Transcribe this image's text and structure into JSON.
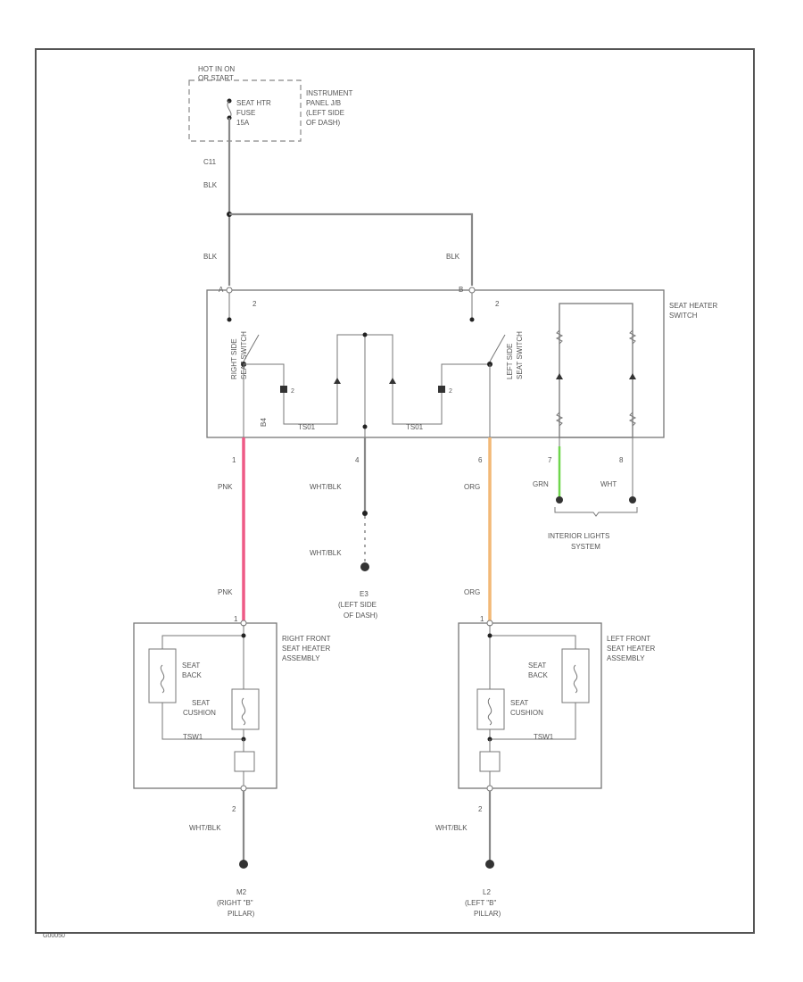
{
  "colors": {
    "border": "#555555",
    "wire_black": "#888888",
    "wire_pink": "#ee5a86",
    "wire_orange": "#f2b877",
    "wire_green": "#6fd64d"
  },
  "power": {
    "hot_label_1": "HOT IN ON",
    "hot_label_2": "OR START",
    "fuse_1": "SEAT HTR",
    "fuse_2": "FUSE",
    "fuse_3": "15A",
    "panel_1": "INSTRUMENT",
    "panel_2": "PANEL J/B",
    "panel_3": "(LEFT SIDE",
    "panel_4": "OF DASH)",
    "conn": "C11",
    "wire_top": "BLK",
    "wire_left": "BLK",
    "wire_right": "BLK"
  },
  "switch": {
    "title_1": "SEAT HEATER",
    "title_2": "SWITCH",
    "right_side_1": "RIGHT SIDE",
    "right_side_2": "SEAT SWITCH",
    "left_side_1": "LEFT SIDE",
    "left_side_2": "SEAT SWITCH",
    "pin_a": "A",
    "pin_b": "B",
    "pin_sw1": "2",
    "pin_sw2": "2",
    "res_label_1": "TS01",
    "res_label_2": "TS01",
    "pin_bot_1": "1",
    "pin_bot_4": "4",
    "pin_bot_6": "6",
    "pin_bot_7": "7",
    "pin_bot_8": "8",
    "misc_1": "B4"
  },
  "wires": {
    "pnk_top": "PNK",
    "pnk_bottom": "PNK",
    "wht_blk_top": "WHT/BLK",
    "wht_blk_bottom": "WHT/BLK",
    "org_top": "ORG",
    "org_bottom": "ORG",
    "grn": "GRN",
    "wht": "WHT"
  },
  "interior": {
    "label_1": "INTERIOR LIGHTS",
    "label_2": "SYSTEM"
  },
  "ground_e": {
    "id": "E3",
    "line_1": "(LEFT SIDE",
    "line_2": "OF DASH)"
  },
  "right_seat": {
    "title_1": "RIGHT FRONT",
    "title_2": "SEAT HEATER",
    "title_3": "ASSEMBLY",
    "back_1": "SEAT",
    "back_2": "BACK",
    "cushion_1": "SEAT",
    "cushion_2": "CUSHION",
    "tsw": "TSW1",
    "pin_top": "1",
    "pin_bottom": "2",
    "wire": "WHT/BLK",
    "ground_id": "M2",
    "ground_1": "(RIGHT \"B\"",
    "ground_2": "PILLAR)"
  },
  "left_seat": {
    "title_1": "LEFT FRONT",
    "title_2": "SEAT HEATER",
    "title_3": "ASSEMBLY",
    "back_1": "SEAT",
    "back_2": "BACK",
    "cushion_1": "SEAT",
    "cushion_2": "CUSHION",
    "tsw": "TSW1",
    "pin_top": "1",
    "pin_bottom": "2",
    "wire": "WHT/BLK",
    "ground_id": "L2",
    "ground_1": "(LEFT \"B\"",
    "ground_2": "PILLAR)"
  },
  "footer": {
    "code": "G00050"
  }
}
